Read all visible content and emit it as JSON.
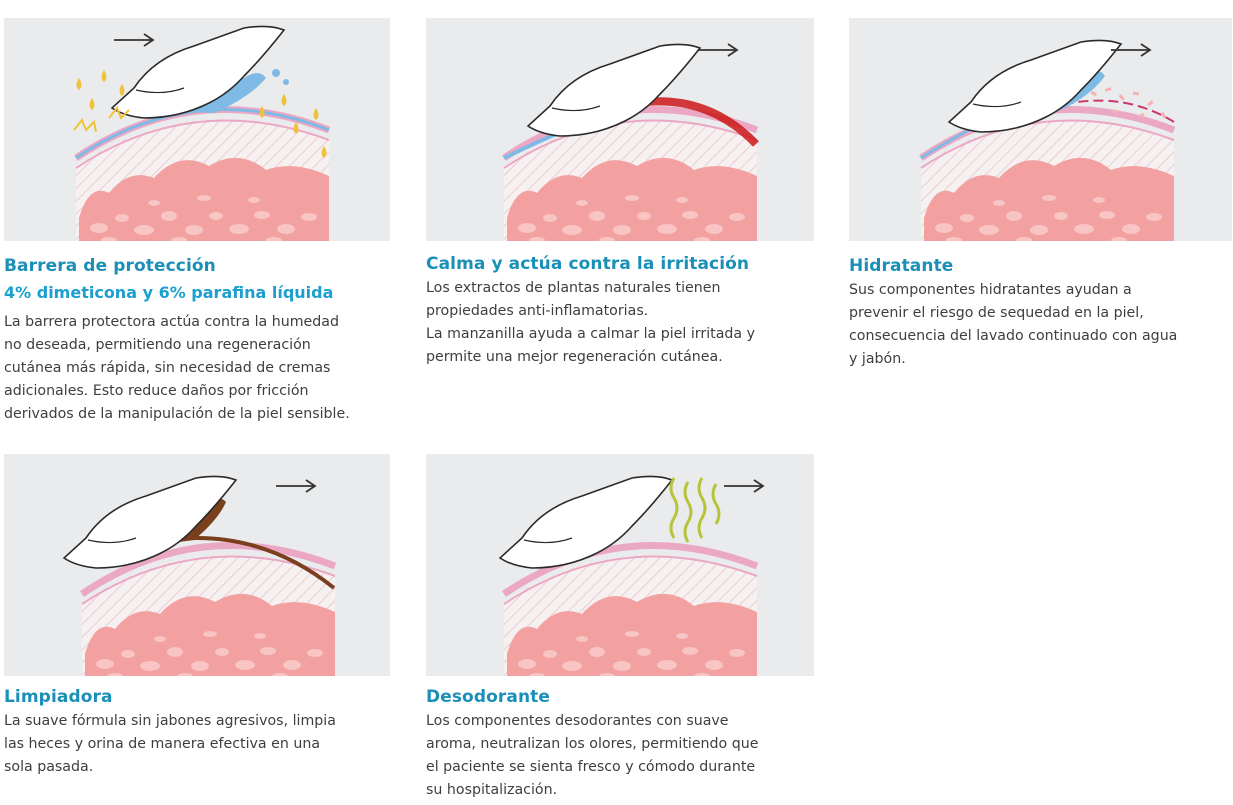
{
  "cards": [
    {
      "title": "Barrera de protección",
      "subtitle": "4% dimeticona y 6% parafina líquida",
      "lines": [
        "La barrera protectora actúa contra la humedad",
        "no deseada, permitiendo una regeneración",
        "cutánea más rápida, sin necesidad de cremas",
        "adicionales. Esto reduce daños por fricción",
        "derivados de la manipulación de la piel sensible."
      ]
    },
    {
      "title": "Calma y actúa contra la irritación",
      "lines": [
        "Los extractos de plantas naturales tienen",
        "propiedades anti-inflamatorias.",
        "La manzanilla ayuda a calmar la piel irritada y",
        "permite una mejor regeneración cutánea."
      ]
    },
    {
      "title": "Hidratante",
      "lines": [
        "Sus componentes hidratantes ayudan a",
        "prevenir el riesgo de sequedad en la piel,",
        "consecuencia del lavado continuado con agua",
        "y jabón."
      ]
    },
    {
      "title": "Limpiadora",
      "lines": [
        "La suave fórmula sin jabones agresivos, limpia",
        "las heces y orina de manera efectiva en una",
        "sola pasada."
      ]
    },
    {
      "title": "Desodorante",
      "lines": [
        "Los componentes desodorantes con suave",
        "aroma, neutralizan los olores, permitiendo que",
        "el paciente se sienta fresco y cómodo durante",
        "su hospitalización."
      ]
    }
  ],
  "icons": [
    "skin-barrier-illustration",
    "skin-soothing-illustration",
    "skin-hydration-illustration",
    "skin-cleansing-illustration",
    "skin-deodorant-illustration"
  ],
  "colors": {
    "title": "#1a8fb8",
    "subtitle": "#1a9fd0",
    "text": "#3e3e3e",
    "panel": "#eaebed",
    "skin": "#f2a0a0",
    "skin_line": "#e98fb0",
    "water": "#7fb9e6",
    "oil": "#f1c13a",
    "irritation": "#cc1818",
    "feces": "#7a3f1c",
    "odor": "#b7c43a"
  }
}
